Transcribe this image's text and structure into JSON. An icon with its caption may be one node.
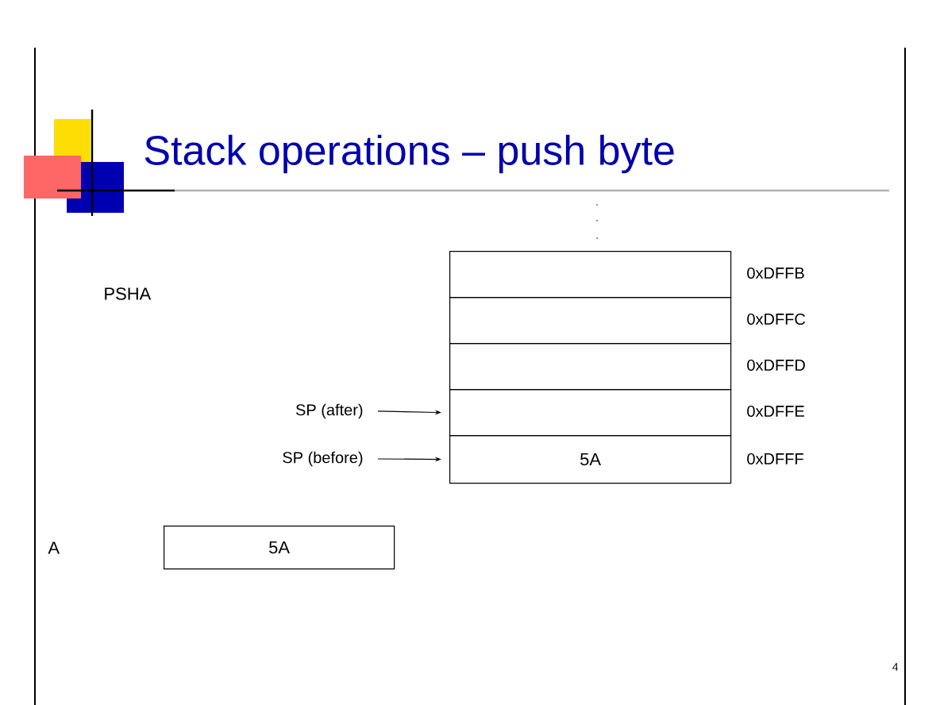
{
  "diagram": {
    "title": "Stack operations – push byte",
    "nodes": [
      {
        "text": [],
        "shape": "box",
        "beside": [
          "0xDFFB"
        ]
      },
      {
        "text": [],
        "shape": "box",
        "beside": [
          "0xDFFC"
        ]
      },
      {
        "text": [],
        "shape": "box",
        "beside": [
          "0xDFFD"
        ]
      },
      {
        "text": [],
        "shape": "box",
        "beside": [
          "0xDFFE"
        ]
      },
      {
        "text": [
          "5A"
        ],
        "beside": [
          "0xDFFF"
        ]
      },
      {
        "text": [
          "SP (after)"
        ]
      },
      {
        "text": [
          "SP (before)"
        ]
      },
      {
        "text": [
          "5A"
        ]
      }
    ],
    "edges": [
      {
        "from": 5,
        "to": 3,
        "arrow": "to"
      },
      {
        "from": 6,
        "to": 4,
        "arrow": "to"
      }
    ],
    "labels": [
      "PSHA",
      "A",
      "4"
    ]
  }
}
